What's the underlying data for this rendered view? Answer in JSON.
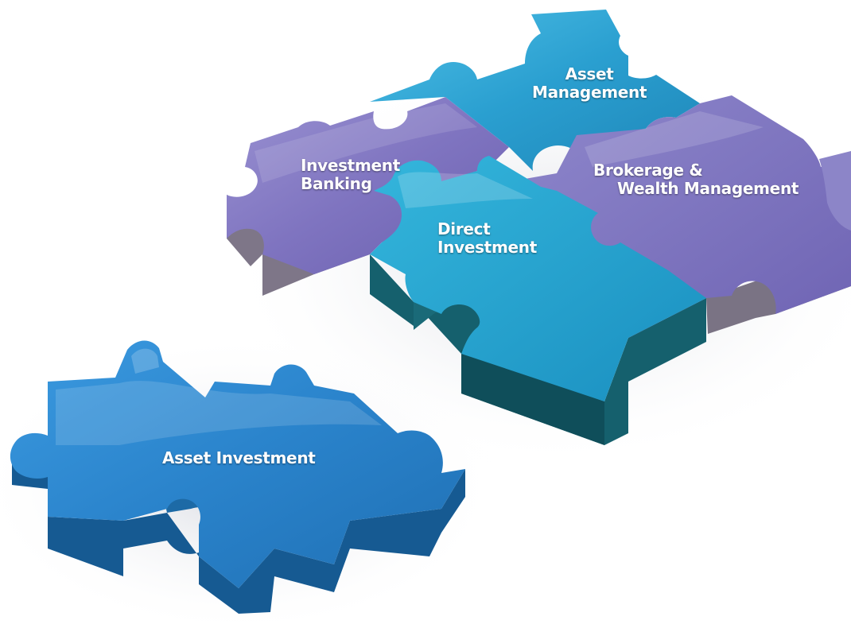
{
  "colors": {
    "background": "#ffffff",
    "purple_top": "#8a7fc4",
    "purple_side": "#7d7586",
    "cyan_top": "#2fa3d4",
    "cyan_side": "#14626f",
    "blue_top": "#2e86cf",
    "blue_side": "#175a92",
    "label_text": "#ffffff"
  },
  "pieces": {
    "asset_management": [
      "Asset",
      "Management"
    ],
    "investment_banking": [
      "Investment",
      "Banking"
    ],
    "brokerage_wealth": [
      "Brokerage &",
      "Wealth Management"
    ],
    "direct_investment": [
      "Direct",
      "Investment"
    ],
    "asset_investment": [
      "Asset Investment"
    ]
  }
}
